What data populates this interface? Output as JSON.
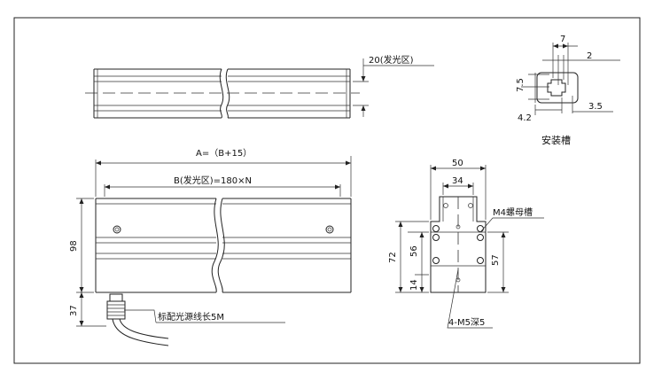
{
  "top_view": {
    "emit_width_label": "20(发光区)"
  },
  "slot_detail": {
    "dim_7": "7",
    "dim_2": "2",
    "dim_7_5": "7.5",
    "dim_4_2": "4.2",
    "dim_3_5": "3.5",
    "caption": "安装槽"
  },
  "front_view": {
    "overall_length": "A=（B+15）",
    "emit_length": "B(发光区)=180×N",
    "height_98": "98",
    "height_37": "37",
    "cable_note": "标配光源线长5M"
  },
  "end_view": {
    "width_50": "50",
    "width_34": "34",
    "nut_slot": "M4螺母槽",
    "height_72": "72",
    "height_56": "56",
    "height_14": "14",
    "height_57": "57",
    "screw_note": "4-M5深5"
  }
}
